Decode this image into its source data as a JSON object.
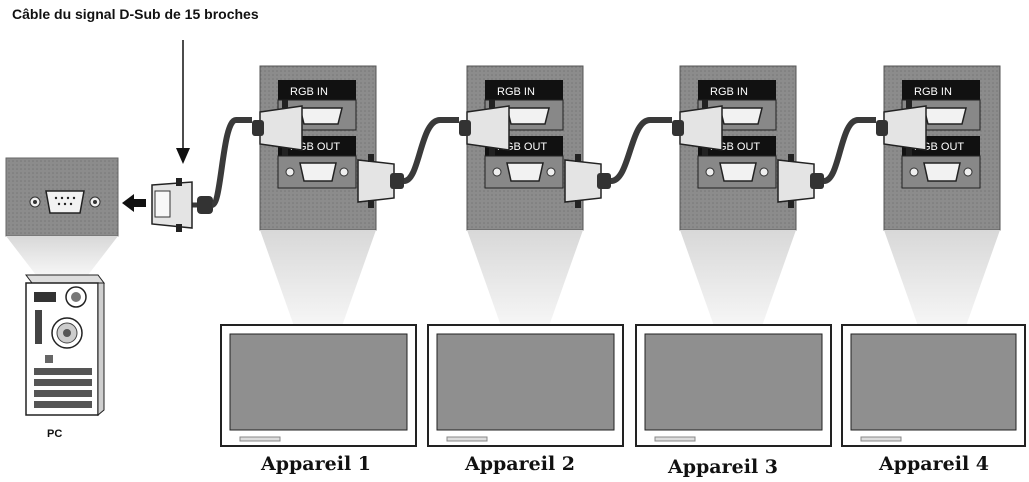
{
  "cable_label": "Câble du signal D-Sub de 15 broches",
  "pc_label": "PC",
  "port_in_label": "RGB IN",
  "port_out_label": "RGB OUT",
  "devices": [
    "Appareil 1",
    "Appareil 2",
    "Appareil 3",
    "Appareil 4"
  ],
  "colors": {
    "panel": "#8a8a8a",
    "panel_dark": "#555555",
    "badge": "#111111",
    "screen": "#8f8f8f",
    "cable": "#3a3a3a",
    "beam": "#e6e6e6"
  }
}
